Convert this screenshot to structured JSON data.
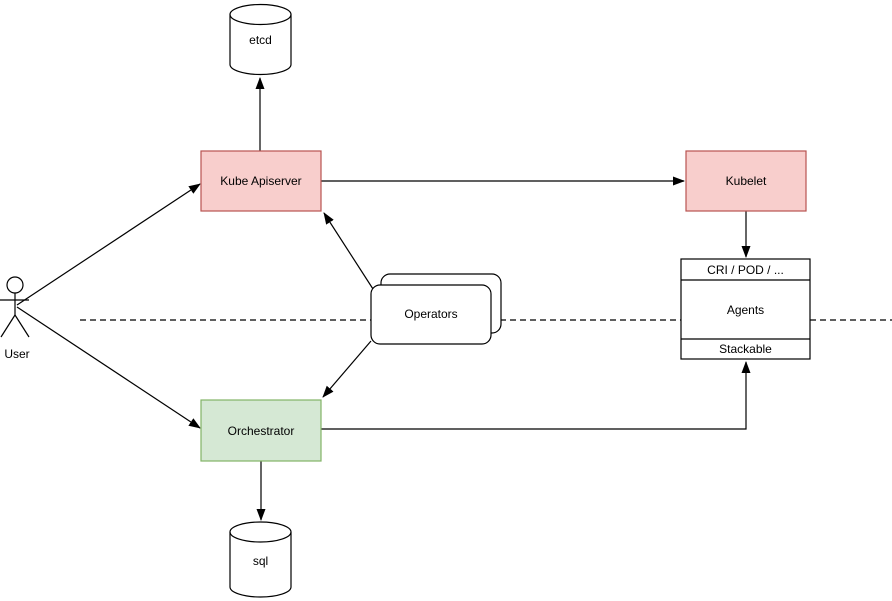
{
  "colors": {
    "background": "#ffffff",
    "line": "#000000",
    "text": "#000000",
    "red_fill": "#f8cecc",
    "red_stroke": "#b85450",
    "green_fill": "#d5e8d4",
    "green_stroke": "#82b366",
    "white_fill": "#ffffff",
    "black_stroke": "#000000"
  },
  "nodes": {
    "user": {
      "shape": "actor",
      "label": "User"
    },
    "etcd": {
      "shape": "cylinder",
      "label": "etcd"
    },
    "kube_apiserver": {
      "shape": "rectangle",
      "label": "Kube Apiserver"
    },
    "kubelet": {
      "shape": "rectangle",
      "label": "Kubelet"
    },
    "operators": {
      "shape": "stacked-rounded-rectangles",
      "label": "Operators"
    },
    "orchestrator": {
      "shape": "rectangle",
      "label": "Orchestrator"
    },
    "sql": {
      "shape": "cylinder",
      "label": "sql"
    },
    "agents_stack": {
      "shape": "list",
      "rows": {
        "top": "CRI / POD / ...",
        "middle": "Agents",
        "bottom": "Stackable"
      }
    }
  },
  "edges": [
    {
      "from": "User",
      "to": "Kube Apiserver"
    },
    {
      "from": "User",
      "to": "Orchestrator"
    },
    {
      "from": "Kube Apiserver",
      "to": "etcd"
    },
    {
      "from": "Kube Apiserver",
      "to": "Kubelet"
    },
    {
      "from": "Operators",
      "to": "Kube Apiserver"
    },
    {
      "from": "Operators",
      "to": "Orchestrator"
    },
    {
      "from": "Kubelet",
      "to": "CRI / POD / ..."
    },
    {
      "from": "Orchestrator",
      "to": "Stackable"
    },
    {
      "from": "Orchestrator",
      "to": "sql"
    }
  ],
  "separator": {
    "style": "horizontal-dashed-line"
  }
}
